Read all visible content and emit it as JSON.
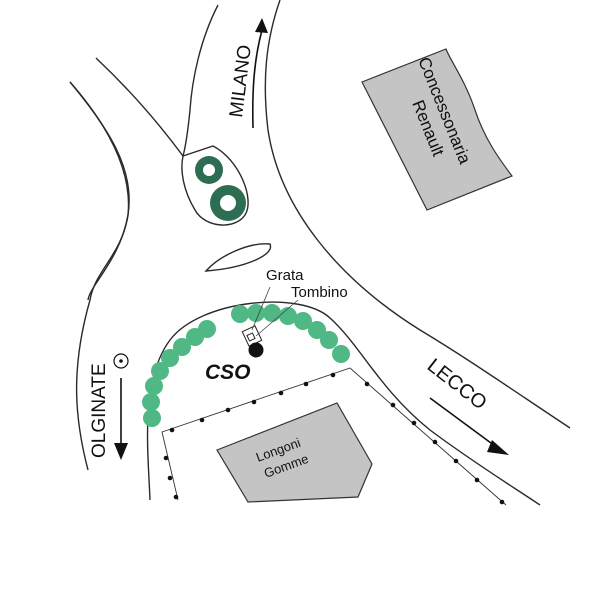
{
  "map": {
    "directions": {
      "milano": "MILANO",
      "lecco": "LECCO",
      "olginate": "OLGINATE"
    },
    "buildings": {
      "concessionaria_line1": "Concessonaria",
      "concessionaria_line2": "Renault",
      "longoni_line1": "Longoni",
      "longoni_line2": "Gomme"
    },
    "features": {
      "grata": "Grata",
      "tombino": "Tombino",
      "cso": "CSO"
    },
    "colors": {
      "building_fill": "#c4c4c4",
      "hedge_green": "#4fb885",
      "tree_dark_green": "#2d6e52",
      "line": "#2a2a2a"
    }
  }
}
